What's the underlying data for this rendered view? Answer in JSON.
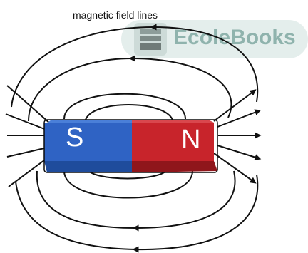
{
  "diagram": {
    "title": "magnetic field lines",
    "magnet": {
      "south_label": "S",
      "north_label": "N",
      "south_color": "#2f63c4",
      "north_color": "#c8242b"
    },
    "line_color": "#111111",
    "watermark": {
      "text": "EcoleBooks",
      "color": "#8fb3ad",
      "icon": "book-stack-icon"
    }
  }
}
